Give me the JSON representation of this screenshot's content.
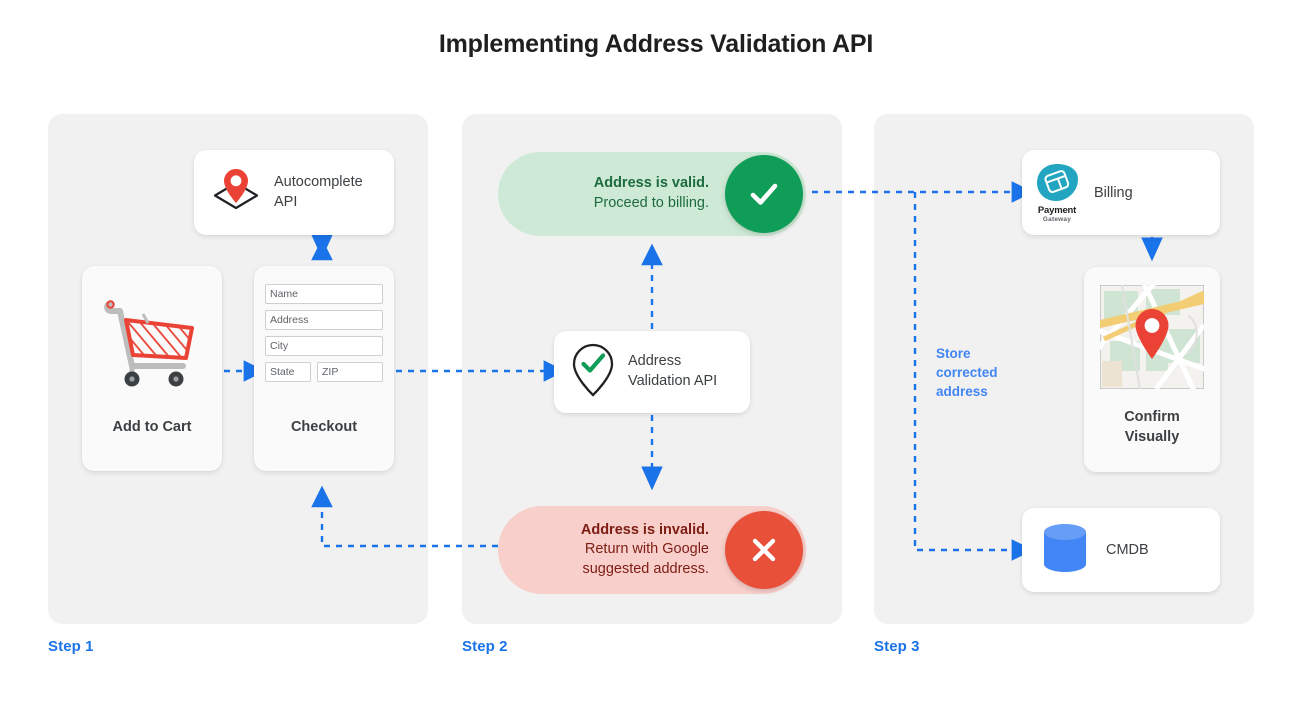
{
  "title": "Implementing Address Validation API",
  "theme": {
    "background": "#ffffff",
    "panel_bg": "#f1f1f1",
    "accent_blue": "#4285f4",
    "step_label_blue": "#1a73e8",
    "valid_pill_bg": "#ceead6",
    "valid_badge": "#0f9d58",
    "valid_text": "#1e6b3f",
    "invalid_pill_bg": "#f8cfcb",
    "invalid_badge": "#e8503a",
    "invalid_text": "#7e1d13",
    "pin_red": "#ea4335",
    "cmdb_blue": "#4285f4",
    "payment_teal": "#22a5c0"
  },
  "steps": [
    {
      "label": "Step 1"
    },
    {
      "label": "Step 2"
    },
    {
      "label": "Step 3"
    }
  ],
  "step1": {
    "autocomplete": {
      "label": "Autocomplete API",
      "icon": "map-pin-on-diamond-icon"
    },
    "add_to_cart": {
      "label": "Add to Cart",
      "icon": "shopping-cart-icon"
    },
    "checkout": {
      "label": "Checkout",
      "icon": "form-icon",
      "fields": [
        {
          "name": "name-field",
          "placeholder": "Name",
          "value": "Name",
          "width": "full"
        },
        {
          "name": "address-field",
          "placeholder": "Address",
          "value": "Address",
          "width": "full"
        },
        {
          "name": "city-field",
          "placeholder": "City",
          "value": "City",
          "width": "full"
        },
        {
          "name": "state-field",
          "placeholder": "State",
          "value": "State",
          "width": "state"
        },
        {
          "name": "zip-field",
          "placeholder": "ZIP",
          "value": "ZIP",
          "width": "zip"
        }
      ]
    }
  },
  "step2": {
    "valid": {
      "headline": "Address is valid.",
      "detail": "Proceed to billing.",
      "badge_icon": "check-icon"
    },
    "validation_api": {
      "label": "Address Validation API",
      "icon": "pin-check-icon"
    },
    "invalid": {
      "headline": "Address is invalid.",
      "detail_line1": "Return with Google",
      "detail_line2": "suggested address.",
      "badge_icon": "close-icon"
    }
  },
  "step3": {
    "billing": {
      "label": "Billing",
      "logo_name": "Payment",
      "logo_sub": "Gateway",
      "icon": "payment-gateway-logo-icon"
    },
    "confirm": {
      "label_line1": "Confirm",
      "label_line2": "Visually",
      "icon": "map-thumbnail-icon"
    },
    "cmdb": {
      "label": "CMDB",
      "icon": "database-cylinder-icon"
    },
    "store_note": "Store corrected address"
  }
}
